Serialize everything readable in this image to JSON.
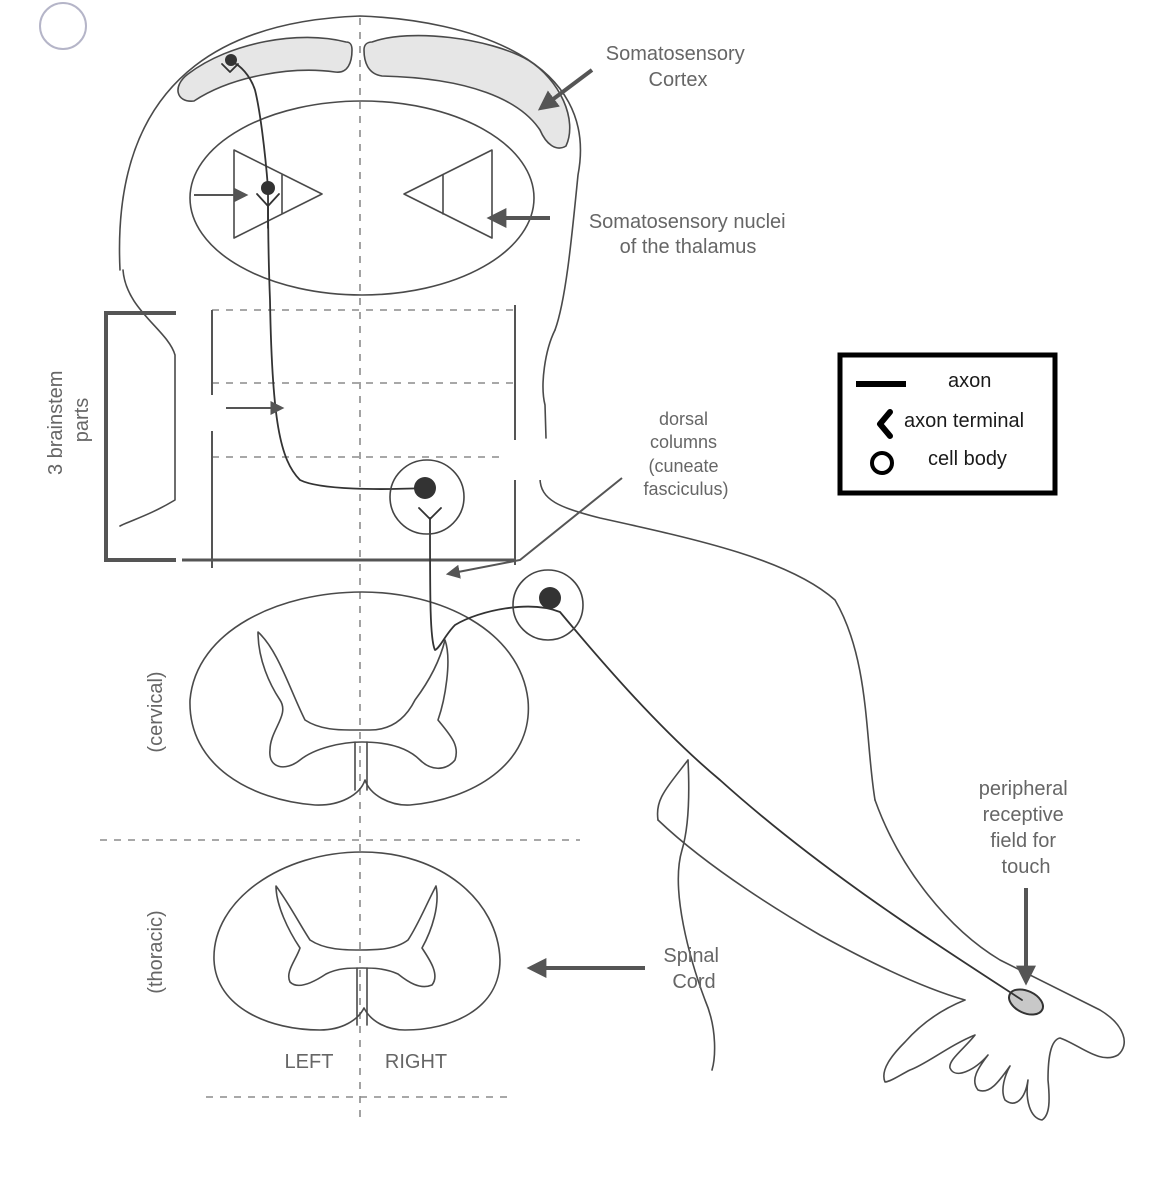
{
  "labels": {
    "cortex": [
      "Somatosensory",
      "Cortex"
    ],
    "thalamus": [
      "Somatosensory nuclei",
      "of the thalamus"
    ],
    "brainstem": [
      "3 brainstem",
      "parts"
    ],
    "dorsal_columns": [
      "dorsal",
      "columns",
      "(cuneate",
      "fasciculus)"
    ],
    "cervical": "(cervical)",
    "thoracic": "(thoracic)",
    "spinal_cord": [
      "Spinal",
      "Cord"
    ],
    "left": "LEFT",
    "right": "RIGHT",
    "receptive_field": [
      "peripheral",
      "receptive",
      "field for",
      "touch"
    ]
  },
  "legend": {
    "items": [
      {
        "symbol": "line-icon",
        "label": "axon"
      },
      {
        "symbol": "chevron-icon",
        "label": "axon terminal"
      },
      {
        "symbol": "circle-icon",
        "label": "cell body"
      }
    ]
  },
  "colors": {
    "cortex_fill": "#e6e6e6",
    "receptive_field_fill": "#c8c8c8",
    "label_text": "#666666",
    "legend_text": "#1a1a1a"
  }
}
